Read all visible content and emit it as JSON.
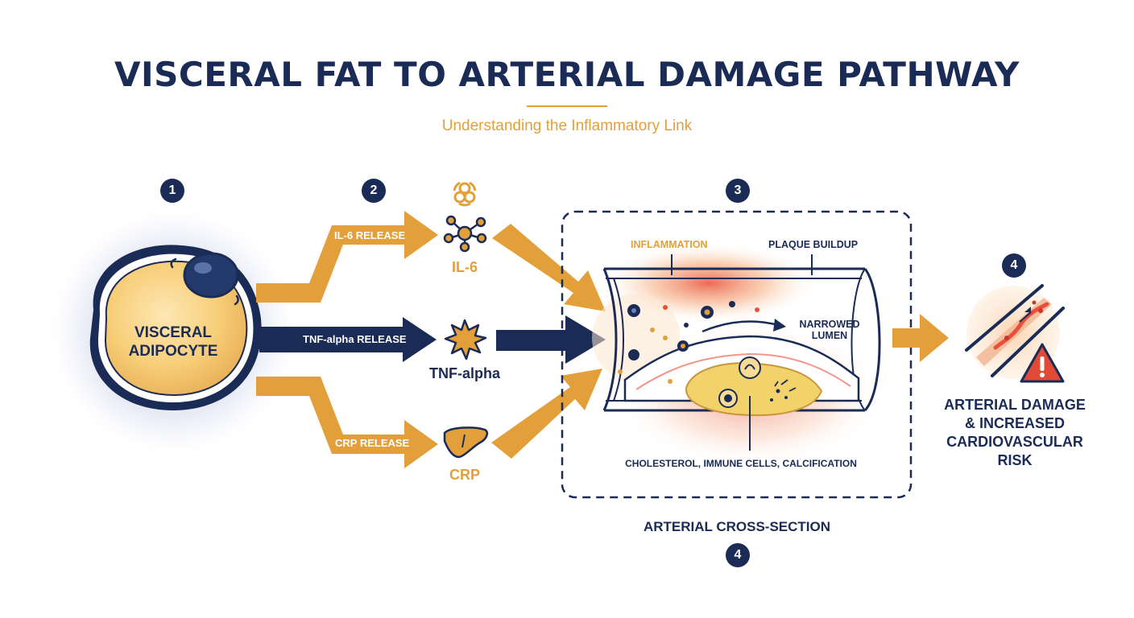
{
  "header": {
    "title": "VISCERAL FAT TO ARTERIAL DAMAGE PATHWAY",
    "subtitle": "Understanding the Inflammatory Link"
  },
  "steps": {
    "step1": "1",
    "step2": "2",
    "step3": "3",
    "step4_outcome": "4",
    "step4_section": "4"
  },
  "adipocyte": {
    "label_line1": "VISCERAL",
    "label_line2": "ADIPOCYTE"
  },
  "releases": [
    {
      "arrow_label": "IL-6 RELEASE",
      "molecule": "IL-6",
      "icon": "molecule-icon"
    },
    {
      "arrow_label": "TNF-alpha RELEASE",
      "molecule": "TNF-alpha",
      "icon": "starburst-icon"
    },
    {
      "arrow_label": "CRP RELEASE",
      "molecule": "CRP",
      "icon": "liver-icon"
    }
  ],
  "toxin_icon": "biohazard-icon",
  "artery": {
    "inflammation": "INFLAMMATION",
    "plaque": "PLAQUE BUILDUP",
    "lumen_line1": "NARROWED",
    "lumen_line2": "LUMEN",
    "composition": "CHOLESTEROL, IMMUNE CELLS, CALCIFICATION",
    "section_label": "ARTERIAL CROSS-SECTION"
  },
  "outcome": {
    "line1": "ARTERIAL DAMAGE",
    "line2": "& INCREASED",
    "line3": "CARDIOVASCULAR",
    "line4": "RISK",
    "icon": "warning-icon"
  },
  "colors": {
    "navy": "#1a2b55",
    "gold": "#e3a03a",
    "cell_fill": "#f7c46a",
    "inflammation_red": "#e8503a",
    "plaque_yellow": "#f2d36b"
  }
}
